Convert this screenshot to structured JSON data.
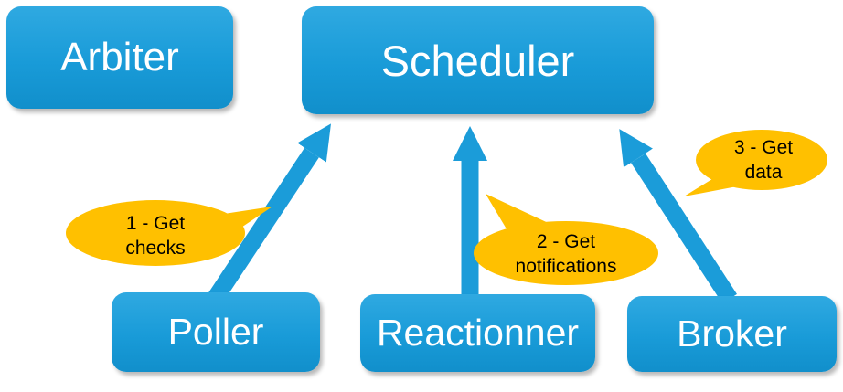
{
  "diagram": {
    "nodes": {
      "arbiter": {
        "label": "Arbiter"
      },
      "scheduler": {
        "label": "Scheduler"
      },
      "poller": {
        "label": "Poller"
      },
      "reactionner": {
        "label": "Reactionner"
      },
      "broker": {
        "label": "Broker"
      }
    },
    "callouts": {
      "c1": {
        "label": "1 - Get\nchecks"
      },
      "c2": {
        "label": "2 - Get\nnotifications"
      },
      "c3": {
        "label": "3 - Get\ndata"
      }
    },
    "arrows": [
      {
        "name": "poller-to-scheduler"
      },
      {
        "name": "reactionner-to-scheduler"
      },
      {
        "name": "broker-to-scheduler"
      }
    ]
  },
  "colors": {
    "node_fill_light": "#2fa9e1",
    "node_fill": "#199bd8",
    "node_fill_dark": "#118fcb",
    "arrow": "#1b9cd9",
    "callout_fill": "#ffc000",
    "node_text": "#ffffff",
    "callout_text": "#000000"
  }
}
